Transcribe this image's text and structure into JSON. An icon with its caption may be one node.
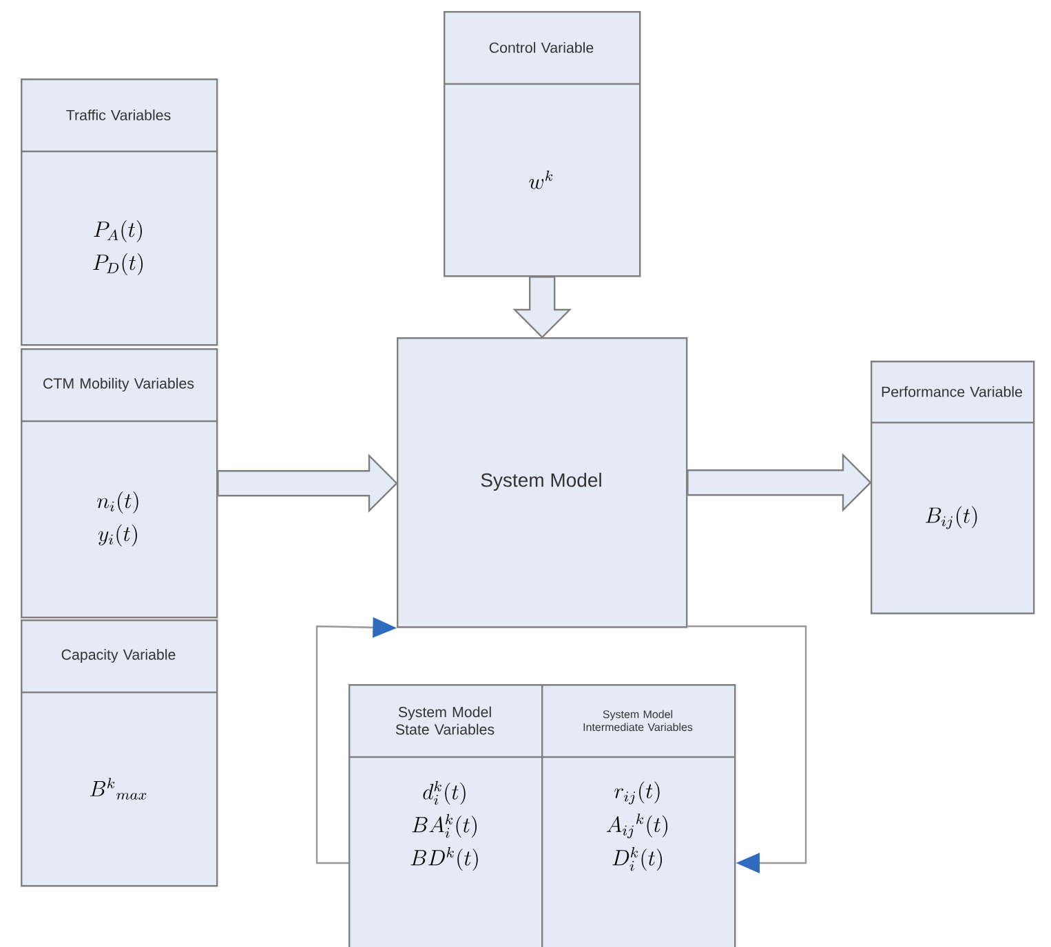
{
  "diagram": {
    "nodes": [
      {
        "text": [
          "Traffic Variables",
          "P_A(t)",
          "P_D(t)"
        ]
      },
      {
        "text": [
          "CTM Mobility Variables",
          "n_i(t)",
          "y_i(t)"
        ]
      },
      {
        "text": [
          "Capacity Variable",
          "B^k{}_{max}"
        ]
      },
      {
        "text": [
          "Control Variable",
          "w^k"
        ]
      },
      {
        "text": [
          "System Model"
        ]
      },
      {
        "text": [
          "Performance Variable",
          "B_{ij}(t)"
        ]
      },
      {
        "text": [
          "System Model State Variables",
          "d_i^k(t)",
          "BA_i^k(t)",
          "BD^k(t)"
        ]
      },
      {
        "text": [
          "System Model Intermediate Variables",
          "r_{ij}(t)",
          "A_{ij}{}^k(t)",
          "D_i^k(t)"
        ]
      }
    ],
    "edges": [
      {
        "from": 1,
        "to": 4,
        "arrow": "to"
      },
      {
        "from": 3,
        "to": 4,
        "arrow": "to"
      },
      {
        "from": 4,
        "to": 5,
        "arrow": "to"
      },
      {
        "from": 6,
        "to": 4,
        "arrow": "to"
      },
      {
        "from": 4,
        "to": 7,
        "arrow": "to"
      }
    ]
  }
}
